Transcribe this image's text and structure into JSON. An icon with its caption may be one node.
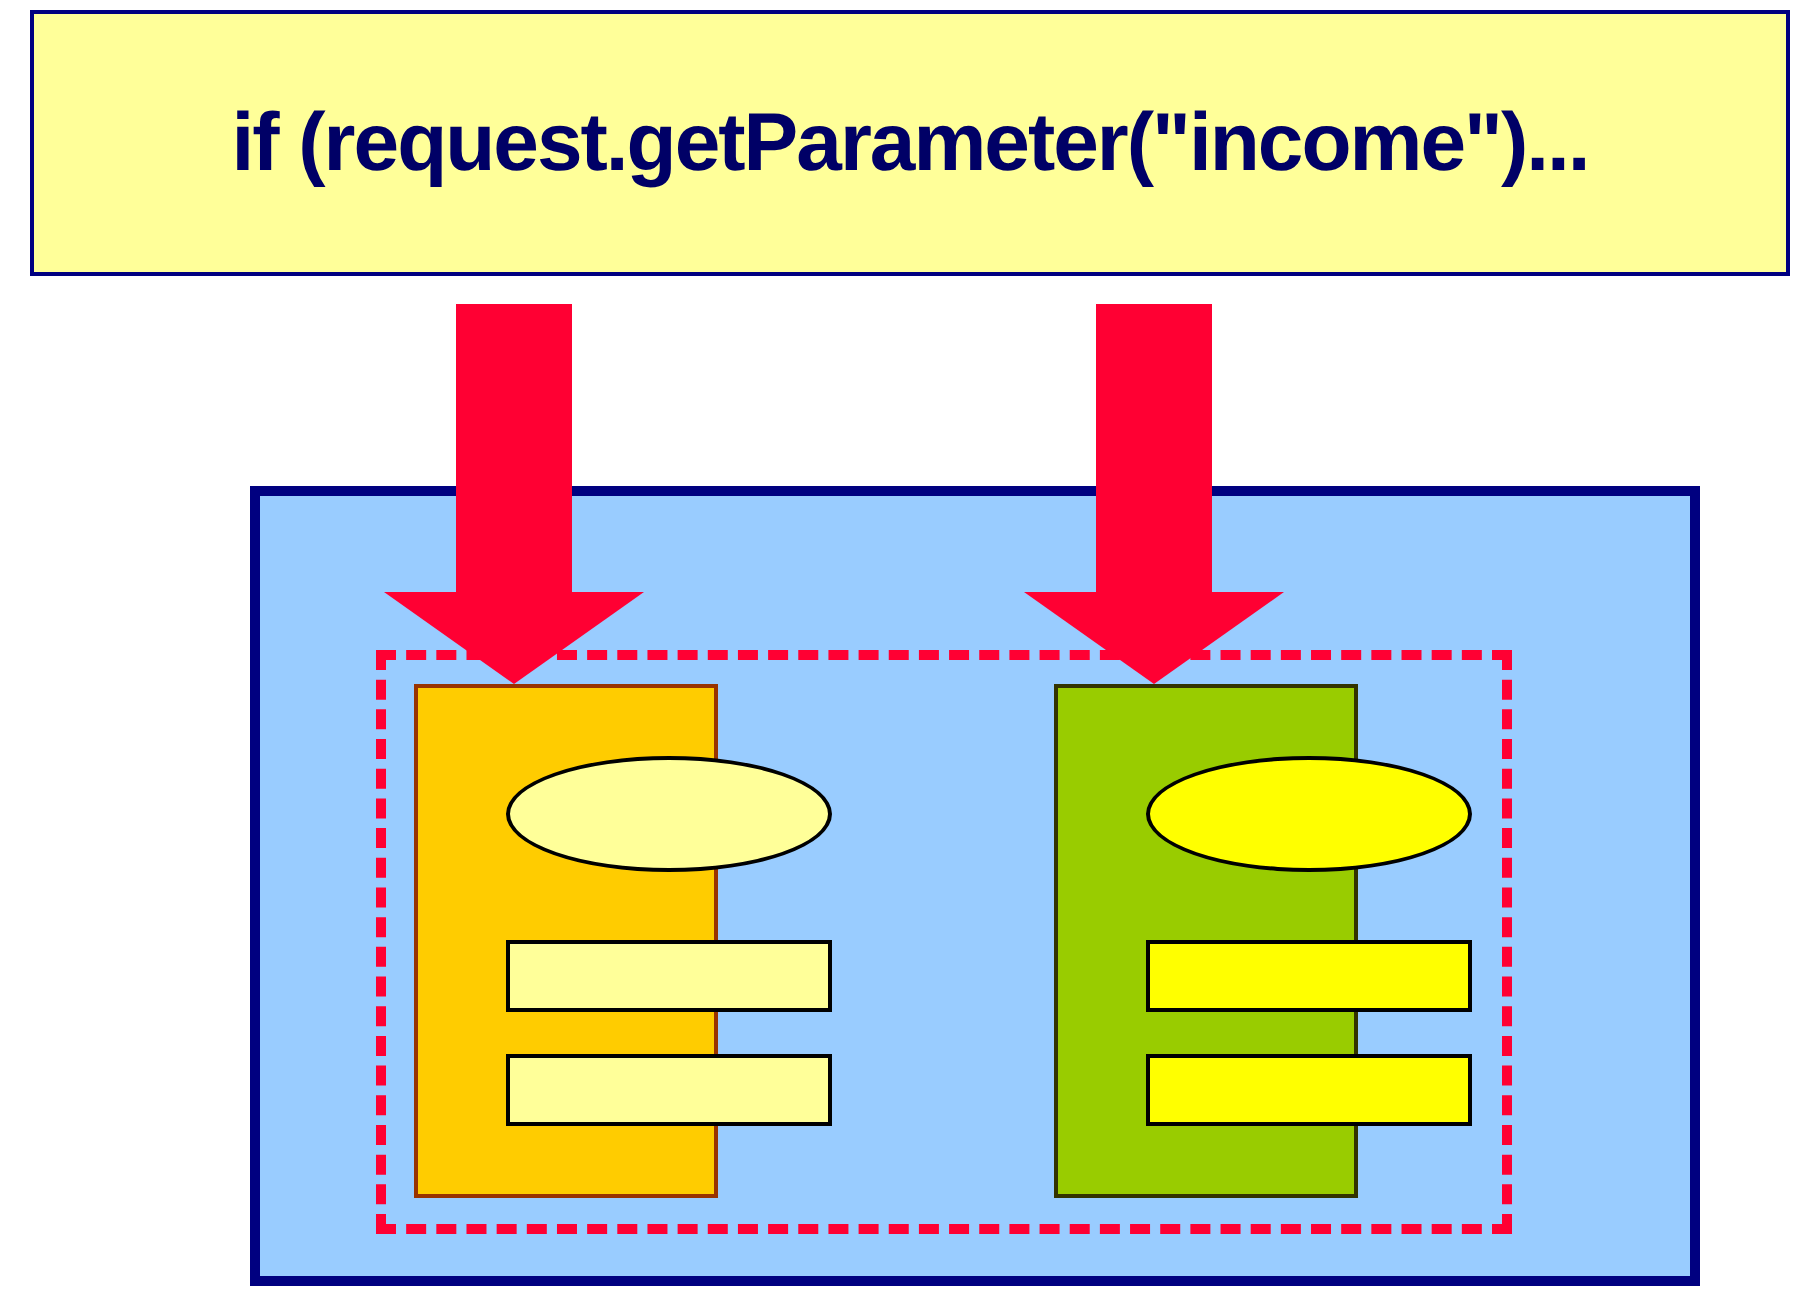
{
  "diagram": {
    "nodes": [
      {
        "text": [
          "if (request.getParameter(\"income\")..."
        ]
      },
      {
        "text": [],
        "shape": "box"
      },
      {
        "text": [],
        "shape": "box",
        "in": 1
      },
      {
        "text": [],
        "shape": "box",
        "in": 2
      },
      {
        "text": [],
        "shape": "ellipse",
        "in": 2
      },
      {
        "text": [],
        "shape": "bar",
        "in": 2
      },
      {
        "text": [],
        "shape": "bar",
        "in": 2
      },
      {
        "text": [],
        "shape": "box",
        "in": 2
      },
      {
        "text": [],
        "shape": "ellipse",
        "in": 2
      },
      {
        "text": [],
        "shape": "bar",
        "in": 2
      },
      {
        "text": [],
        "shape": "bar",
        "in": 2
      }
    ],
    "edges": [
      {
        "from": 0,
        "to": 3,
        "arrow": "to"
      },
      {
        "from": 0,
        "to": 7,
        "arrow": "to"
      }
    ]
  }
}
